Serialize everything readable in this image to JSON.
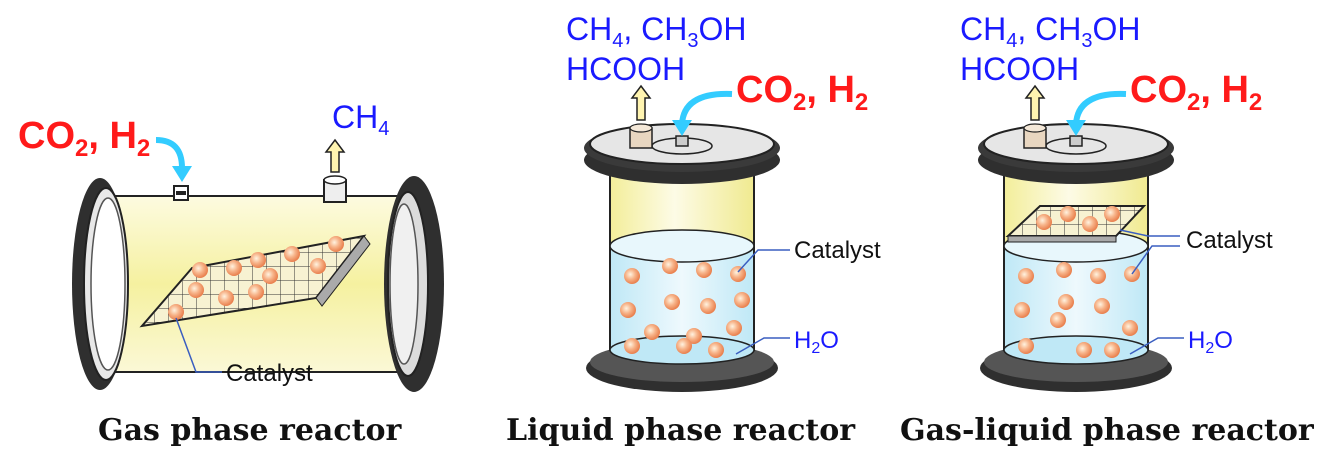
{
  "reactors": [
    {
      "caption": "Gas phase reactor",
      "input": {
        "pre": "CO",
        "sub": "2",
        "post": ", H",
        "sub2": "2",
        "end": ""
      },
      "output_lines": [
        {
          "pre": "CH",
          "sub": "4",
          "post": ""
        }
      ],
      "catalyst_label": "Catalyst"
    },
    {
      "caption": "Liquid phase reactor",
      "input": {
        "pre": "CO",
        "sub": "2",
        "post": ", H",
        "sub2": "2",
        "end": ""
      },
      "output_lines": [
        {
          "pre": "CH",
          "sub": "4",
          "mid": ", CH",
          "sub2": "3",
          "post": "OH"
        },
        {
          "pre": "HCOOH"
        }
      ],
      "catalyst_label": "Catalyst",
      "liquid_label": {
        "pre": "H",
        "sub": "2",
        "post": "O"
      }
    },
    {
      "caption": "Gas-liquid phase reactor",
      "input": {
        "pre": "CO",
        "sub": "2",
        "post": ", H",
        "sub2": "2",
        "end": ""
      },
      "output_lines": [
        {
          "pre": "CH",
          "sub": "4",
          "mid": ", CH",
          "sub2": "3",
          "post": "OH"
        },
        {
          "pre": "HCOOH"
        }
      ],
      "catalyst_label": "Catalyst",
      "liquid_label": {
        "pre": "H",
        "sub": "2",
        "post": "O"
      }
    }
  ],
  "colors": {
    "input_text": "#ff1a1a",
    "output_text": "#1a1aff",
    "input_arrow": "#33ccff",
    "output_arrow": "#fff4b0",
    "reactor_gas": "#f6f2a8",
    "liquid": "#cdeef8",
    "flange": "#333333",
    "catalyst_particle": "#f4a070"
  }
}
